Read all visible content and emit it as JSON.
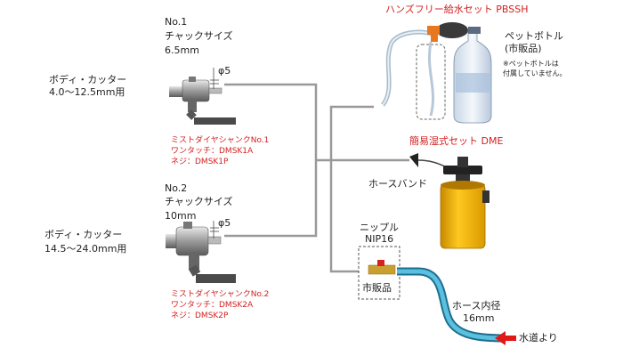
{
  "tool1": {
    "no": "No.1",
    "chuck_label": "チャックサイズ",
    "chuck_size": "6.5mm",
    "phi": "φ5",
    "body_label": "ボディ・カッター",
    "body_range": "4.0～12.5mm用",
    "shank_name": "ミストダイヤシャンクNo.1",
    "one_touch": "ワンタッチ：DMSK1A",
    "screw": "ネジ：DMSK1P"
  },
  "tool2": {
    "no": "No.2",
    "chuck_label": "チャックサイズ",
    "chuck_size": "10mm",
    "phi": "φ5",
    "body_label": "ボディ・カッター",
    "body_range": "14.5～24.0mm用",
    "shank_name": "ミストダイヤシャンクNo.2",
    "one_touch": "ワンタッチ：DMSK2A",
    "screw": "ネジ：DMSK2P"
  },
  "handsfree": {
    "title": "ハンズフリー給水セット PBSSH",
    "bottle_label": "ペットボトル",
    "bottle_sub": "(市販品)",
    "note_line1": "※ペットボトルは",
    "note_line2": "付属していません。"
  },
  "wet_set": {
    "title": "簡易湿式セット DME",
    "hose_band": "ホースバンド"
  },
  "nipple": {
    "label": "ニップル",
    "model": "NIP16",
    "commercial": "市販品"
  },
  "hose": {
    "label": "ホース内径",
    "size": "16mm",
    "tap": "水道より"
  },
  "colors": {
    "accent_red": "#d42020",
    "line_gray": "#999999",
    "tank_yellow": "#f0b400",
    "hose_blue": "#3aa6c8"
  }
}
